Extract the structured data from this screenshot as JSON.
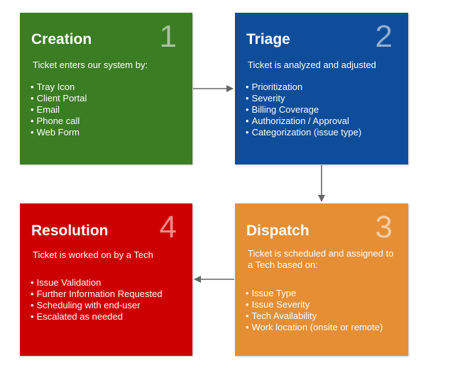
{
  "colors": {
    "creation": "#3a7d22",
    "triage": "#0e4d9a",
    "dispatch": "#e58e34",
    "resolution": "#cc0000",
    "arrow": "#666666"
  },
  "stages": {
    "creation": {
      "title": "Creation",
      "number": "1",
      "intro": "Ticket enters our system by:",
      "items": [
        "Tray Icon",
        "Client Portal",
        "Email",
        "Phone call",
        "Web Form"
      ]
    },
    "triage": {
      "title": "Triage",
      "number": "2",
      "intro": "Ticket is analyzed and adjusted",
      "items": [
        "Prioritization",
        "Severity",
        "Billing Coverage",
        "Authorization / Approval",
        "Categorization (issue type)"
      ]
    },
    "dispatch": {
      "title": "Dispatch",
      "number": "3",
      "intro": "Ticket is scheduled and assigned to a Tech based on:",
      "items": [
        "Issue Type",
        "Issue Severity",
        "Tech Availability",
        "Work location (onsite or remote)"
      ]
    },
    "resolution": {
      "title": "Resolution",
      "number": "4",
      "intro": "Ticket is worked on by a Tech",
      "items": [
        "Issue Validation",
        "Further Information Requested",
        "Scheduling with end-user",
        "Escalated as needed"
      ]
    }
  },
  "arrows": [
    {
      "from": "creation",
      "to": "triage"
    },
    {
      "from": "triage",
      "to": "dispatch"
    },
    {
      "from": "dispatch",
      "to": "resolution"
    }
  ]
}
